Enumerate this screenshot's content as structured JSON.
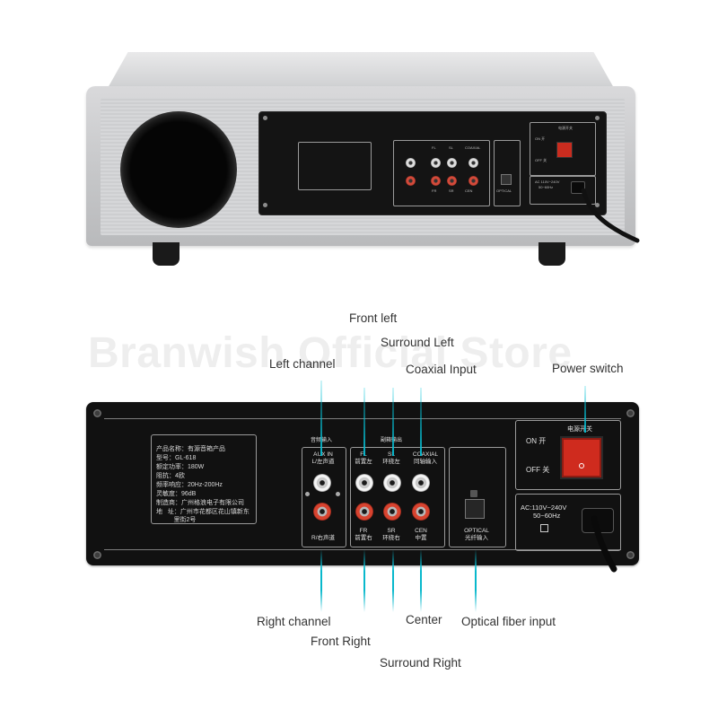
{
  "watermark": "Branwish Official Store",
  "product_top": {
    "panel_labels": {
      "power_switch": "电源开关",
      "on": "ON 开",
      "off": "OFF 关",
      "ac": "AC 110V~240V",
      "hz": "50~60Hz",
      "optical": "OPTICAL",
      "coaxial": "COAXIAL",
      "fl": "FL",
      "sl": "SL",
      "fr": "FR",
      "sr": "SR",
      "cen": "CEN"
    }
  },
  "panel": {
    "spec_lines": [
      "产品名称：有源音箱产品",
      "型号：GL-618",
      "额定功率：180W",
      "阻抗：4欧",
      "频率响应：20Hz-200Hz",
      "灵敏度：96dB",
      "制造商：广州格浪电子有限公司",
      "地   址：广州市花都区花山镇新东",
      "          里街2号"
    ],
    "audio_input_title": "音频输入",
    "surround_output_title": "副箱输出",
    "aux_in": "AUX IN",
    "l_channel": "L/左声道",
    "r_channel": "R/右声道",
    "fl": "FL",
    "fl_cn": "前置左",
    "sl": "SL",
    "sl_cn": "环绕左",
    "coaxial": "COAXIAL",
    "coaxial_cn": "同轴输入",
    "fr": "FR",
    "fr_cn": "前置右",
    "sr": "SR",
    "sr_cn": "环绕右",
    "cen": "CEN",
    "cen_cn": "中置",
    "optical": "OPTICAL",
    "optical_cn": "光纤输入",
    "power_switch_cn": "电源开关",
    "on": "ON 开",
    "off": "OFF 关",
    "ac": "AC:110V~240V",
    "hz": "50~60Hz"
  },
  "callouts": {
    "front_left": "Front left",
    "surround_left": "Surround Left",
    "left_channel": "Left channel",
    "coaxial_input": "Coaxial Input",
    "power_switch": "Power switch",
    "right_channel": "Right channel",
    "front_right": "Front Right",
    "center": "Center",
    "optical_fiber_input": "Optical fiber input",
    "surround_right": "Surround Right"
  },
  "colors": {
    "callout_line": "#08b8cc",
    "panel": "#111111",
    "switch": "#cf2b1e",
    "cabinet": "#cfd0d2"
  }
}
